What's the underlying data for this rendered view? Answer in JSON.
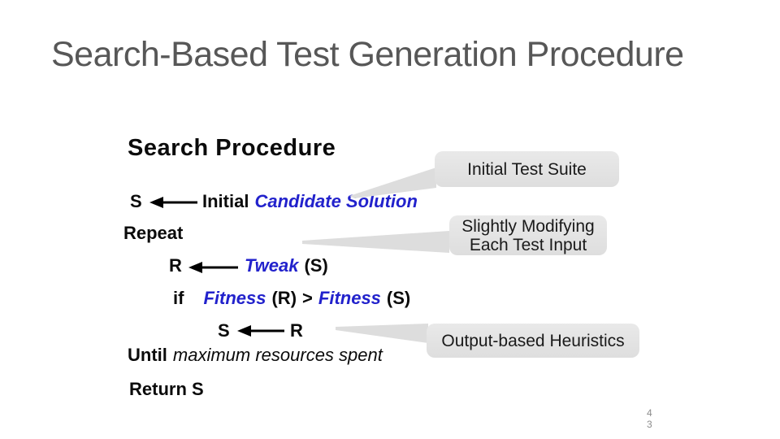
{
  "slide": {
    "title": "Search-Based Test Generation Procedure",
    "page_number_lines": [
      "4",
      "3"
    ]
  },
  "figure": {
    "heading": "Search Procedure",
    "assign1": {
      "lhs": "S",
      "kw": "Initial",
      "term": "Candidate Solution"
    },
    "repeat": "Repeat",
    "assign2": {
      "lhs": "R",
      "fn": "Tweak",
      "arg": "(S)"
    },
    "cond": {
      "kw": "if",
      "fn1": "Fitness",
      "arg1": "(R)",
      "op": ">",
      "fn2": "Fitness",
      "arg2": "(S)"
    },
    "assign3": {
      "lhs": "S",
      "rhs": "R"
    },
    "until": {
      "kw": "Until",
      "text": "maximum resources spent"
    },
    "return": "Return S"
  },
  "callouts": [
    {
      "lines": [
        "Initial Test Suite"
      ]
    },
    {
      "lines": [
        "Slightly Modifying",
        "Each Test Input"
      ]
    },
    {
      "lines": [
        "Output-based Heuristics"
      ]
    }
  ],
  "colors": {
    "background": "#ffffff",
    "title_text": "#575757",
    "code_text": "#0b0b0b",
    "code_accent_blue": "#2222cc",
    "callout_fill": "#e3e3e3",
    "beam_fill": "#dddddd",
    "arrow": "#000000",
    "page_number": "#8c8c8c"
  }
}
